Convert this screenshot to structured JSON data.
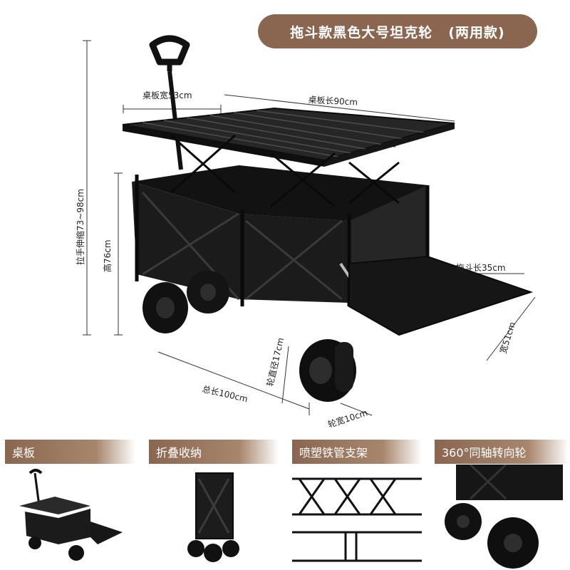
{
  "title": {
    "main": "拖斗款黑色大号坦克轮",
    "variant": "(两用款)"
  },
  "dimensions": {
    "table_width": "桌板宽53cm",
    "table_length": "桌板长90cm",
    "handle_extension": "拉手伸缩73~98cm",
    "height": "高76cm",
    "tailgate_length": "拖斗长35cm",
    "tailgate_width": "宽51cm",
    "wheel_diameter": "轮直径17cm",
    "total_length": "总长100cm",
    "wheel_width": "轮宽10cm"
  },
  "features": [
    {
      "label": "桌板",
      "icon": "wagon-with-table-icon"
    },
    {
      "label": "折叠收纳",
      "icon": "folded-wagon-icon"
    },
    {
      "label": "喷塑铁管支架",
      "icon": "steel-frame-icon"
    },
    {
      "label": "360°同轴转向轮",
      "icon": "swivel-wheel-icon"
    }
  ],
  "colors": {
    "brand": "#8a6650",
    "product": "#1c1c1c"
  }
}
